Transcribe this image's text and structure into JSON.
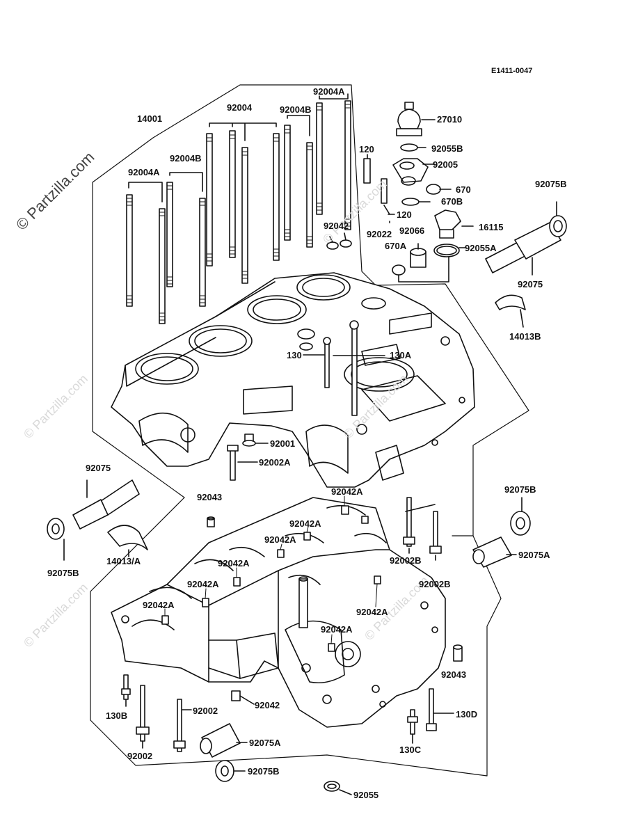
{
  "diagram_code": "E1411-0047",
  "watermark": "© Partzilla.com",
  "labels": {
    "l14001": "14001",
    "l92004": "92004",
    "l92004B_top": "92004B",
    "l92004A_top": "92004A",
    "l92004B_left": "92004B",
    "l92004A_left": "92004A",
    "l120_a": "120",
    "l120_b": "120",
    "l27010": "27010",
    "l92055B": "92055B",
    "l92005": "92005",
    "l670": "670",
    "l670B": "670B",
    "l16115": "16115",
    "l92022": "92022",
    "l92066": "92066",
    "l92055A": "92055A",
    "l670A": "670A",
    "l92042_top": "92042",
    "l92075B_r1": "92075B",
    "l92075_r": "92075",
    "l14013B": "14013B",
    "l130": "130",
    "l130A": "130A",
    "l92001": "92001",
    "l92002A": "92002A",
    "l92075_l": "92075",
    "l92075B_l": "92075B",
    "l14013A": "14013/A",
    "l92043_a": "92043",
    "l92042A_1": "92042A",
    "l92042A_2": "92042A",
    "l92042A_3": "92042A",
    "l92042A_4": "92042A",
    "l92042A_5": "92042A",
    "l92042A_6": "92042A",
    "l92042A_7": "92042A",
    "l92042A_8": "92042A",
    "l92075B_r2": "92075B",
    "l92075A_r": "92075A",
    "l92002B_a": "92002B",
    "l92002B_b": "92002B",
    "l92043_b": "92043",
    "l130B": "130B",
    "l92002_a": "92002",
    "l92002_b": "92002",
    "l92042_bot": "92042",
    "l130D": "130D",
    "l130C": "130C",
    "l92075A_b": "92075A",
    "l92075B_b": "92075B",
    "l92055": "92055"
  }
}
